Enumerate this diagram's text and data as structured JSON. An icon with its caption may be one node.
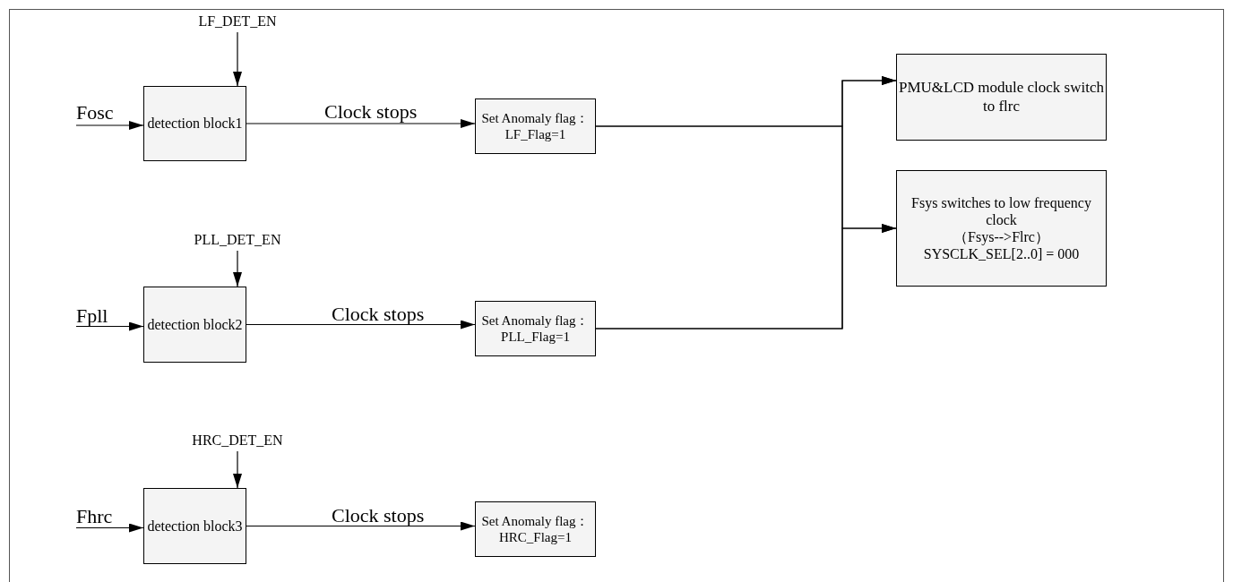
{
  "diagram": {
    "nodes": [
      {
        "text": [
          "LF_DET_EN"
        ]
      },
      {
        "text": [
          "detection block1"
        ]
      },
      {
        "text": [
          "Set Anomaly flag：",
          "LF_Flag=1"
        ]
      },
      {
        "text": [
          "PLL_DET_EN"
        ]
      },
      {
        "text": [
          "detection block2"
        ]
      },
      {
        "text": [
          "Set Anomaly flag：",
          "PLL_Flag=1"
        ]
      },
      {
        "text": [
          "HRC_DET_EN"
        ]
      },
      {
        "text": [
          "detection block3"
        ]
      },
      {
        "text": [
          "Set Anomaly flag：",
          "HRC_Flag=1"
        ]
      },
      {
        "text": [
          "PMU&LCD module clock switch to flrc"
        ]
      },
      {
        "text": [
          "Fsys switches to low frequency clock",
          "（Fsys-->Flrc）",
          "SYSCLK_SEL[2..0] = 000"
        ]
      }
    ],
    "edges": [
      {
        "from": 0,
        "to": 1,
        "arrow": "to"
      },
      {
        "from": null,
        "to": 1,
        "arrow": "to",
        "label": "Fosc"
      },
      {
        "from": 1,
        "to": 2,
        "arrow": "to",
        "label": "Clock stops"
      },
      {
        "from": 3,
        "to": 4,
        "arrow": "to"
      },
      {
        "from": null,
        "to": 4,
        "arrow": "to",
        "label": "Fpll"
      },
      {
        "from": 4,
        "to": 5,
        "arrow": "to",
        "label": "Clock stops"
      },
      {
        "from": 6,
        "to": 7,
        "arrow": "to"
      },
      {
        "from": null,
        "to": 7,
        "arrow": "to",
        "label": "Fhrc"
      },
      {
        "from": 7,
        "to": 8,
        "arrow": "to",
        "label": "Clock stops"
      },
      {
        "from": 2,
        "to": 9,
        "arrow": "to"
      },
      {
        "from": 2,
        "to": 10,
        "arrow": "to"
      },
      {
        "from": 5,
        "to": 9,
        "arrow": "to"
      },
      {
        "from": 5,
        "to": 10,
        "arrow": "to"
      }
    ]
  }
}
